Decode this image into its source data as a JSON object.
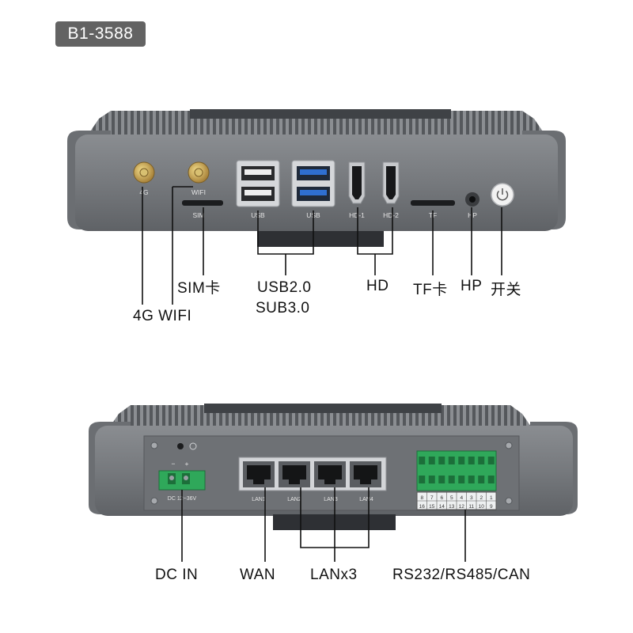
{
  "model_badge": "B1-3588",
  "top_panel": {
    "printed": {
      "g4": "4G",
      "wifi": "WIFI",
      "sim": "SIM",
      "usb1": "USB",
      "usb2": "USB",
      "hd1": "HD-1",
      "hd2": "HD-2",
      "tf": "TF",
      "hp": "HP"
    },
    "callouts": {
      "sim": "SIM卡",
      "g4_wifi": "4G WIFI",
      "usb_line1": "USB2.0",
      "usb_line2": "SUB3.0",
      "hd": "HD",
      "tf": "TF卡",
      "hp": "HP",
      "power": "开关"
    }
  },
  "bottom_panel": {
    "printed": {
      "minus": "−",
      "plus": "+",
      "dc_range": "DC 12~36V",
      "lan1": "LAN1",
      "lan2": "LAN2",
      "lan3": "LAN3",
      "lan4": "LAN4",
      "terminal_top": [
        "8",
        "7",
        "6",
        "5",
        "4",
        "3",
        "2",
        "1"
      ],
      "terminal_bottom": [
        "16",
        "15",
        "14",
        "13",
        "12",
        "11",
        "10",
        "9"
      ]
    },
    "callouts": {
      "dc_in": "DC IN",
      "wan": "WAN",
      "lan": "LANx3",
      "serial": "RS232/RS485/CAN"
    }
  },
  "colors": {
    "chassis": "#777a7e",
    "usb3_blue": "#2f6fd0",
    "terminal_green": "#2fa85a",
    "badge": "#636363"
  }
}
